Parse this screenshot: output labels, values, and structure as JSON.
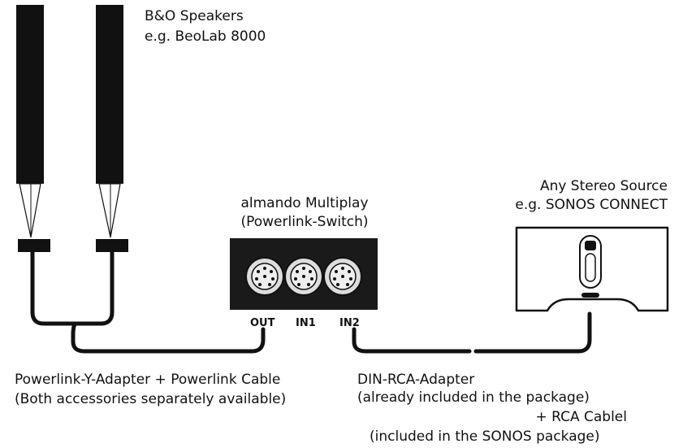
{
  "speakers": {
    "title": "B&O Speakers",
    "example": "e.g. BeoLab 8000"
  },
  "switch": {
    "name": "almando Multiplay",
    "subtitle": "(Powerlink-Switch)",
    "ports": [
      "OUT",
      "IN1",
      "IN2"
    ]
  },
  "source": {
    "title": "Any Stereo Source",
    "example": "e.g. SONOS CONNECT"
  },
  "left_caption": {
    "line1": "Powerlink-Y-Adapter + Powerlink Cable",
    "line2": "(Both accessories separately available)"
  },
  "right_caption": {
    "line1": "DIN-RCA-Adapter",
    "line2": "(already included in the package)",
    "line3": "+ RCA Cablel",
    "line4": "(included in the SONOS package)"
  },
  "colors": {
    "ink": "#111111",
    "device_fill": "#1a1a1a",
    "socket_fill": "#dddddd",
    "background": "#ffffff"
  }
}
